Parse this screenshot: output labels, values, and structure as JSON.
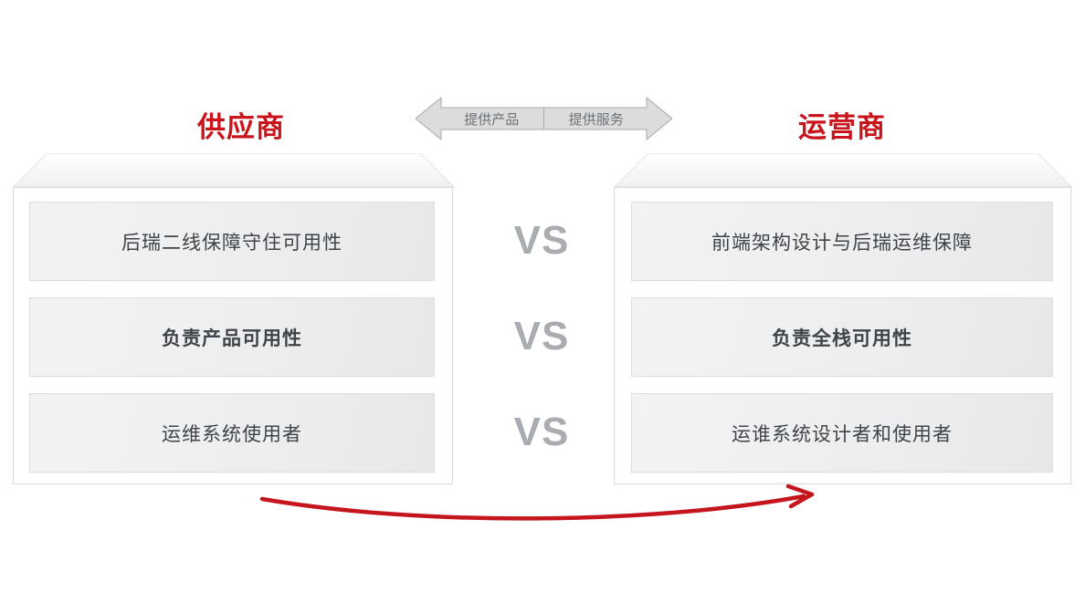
{
  "diagram": {
    "title_left": "供应商",
    "title_right": "运营商",
    "flow_arrow": {
      "label_left": "提供产品",
      "label_right": "提供服务",
      "fill": "#dcdcdc",
      "stroke": "#a6a8ab",
      "text_color": "#6d7278"
    },
    "vs_labels": [
      "VS",
      "VS",
      "VS"
    ],
    "left_box": {
      "rows": [
        {
          "text": "后瑞二线保障守住可用性",
          "bold": false
        },
        {
          "text": "负责产品可用性",
          "bold": true
        },
        {
          "text": "运维系统使用者",
          "bold": false
        }
      ]
    },
    "right_box": {
      "rows": [
        {
          "text": "前端架构设计与后瑞运维保障",
          "bold": false
        },
        {
          "text": "负责全栈可用性",
          "bold": true
        },
        {
          "text": "运谁系统设计者和使用者",
          "bold": false
        }
      ]
    },
    "bottom_arrow": {
      "direction": "right",
      "color": "#c4161c"
    },
    "colors": {
      "title_red": "#c8141a",
      "vs_grey": "#a9adb2",
      "row_text": "#3f4448",
      "box_border": "#d9dadc"
    }
  }
}
